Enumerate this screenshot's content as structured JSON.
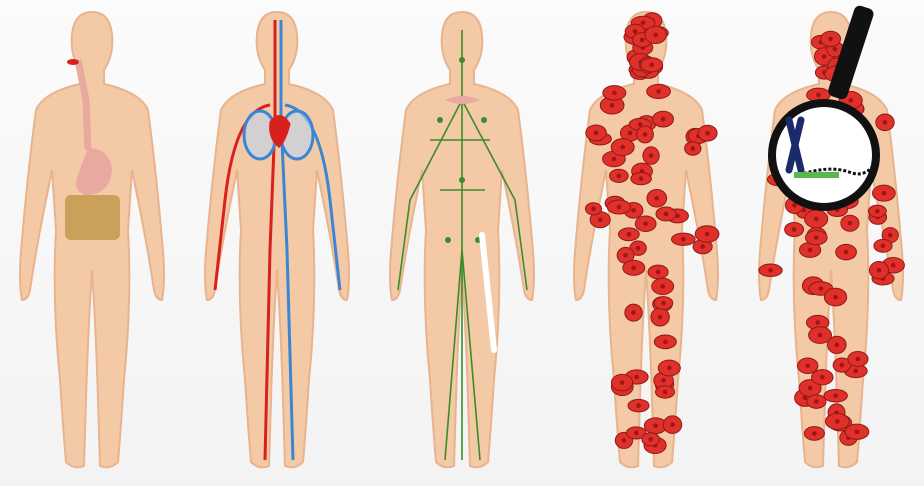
{
  "figures": [
    {
      "name": "digestive-system",
      "organ_color": "#e8a9a0",
      "accent_color": "#c9a15a"
    },
    {
      "name": "circulatory-system",
      "artery_color": "#d8201c",
      "vein_color": "#3b86d4"
    },
    {
      "name": "lymphatic-system",
      "vessel_color": "#3c8c2a",
      "bone_color": "#ffffff"
    },
    {
      "name": "cells",
      "cell_color": "#e0302a",
      "nucleus_color": "#a0141a"
    },
    {
      "name": "dna-magnified",
      "cell_color": "#e0302a",
      "lens_frame_color": "#111111"
    }
  ],
  "colors": {
    "skin": "#f4c9a6",
    "skin_outline": "#e8b48f",
    "background": "#f6f6f6"
  }
}
